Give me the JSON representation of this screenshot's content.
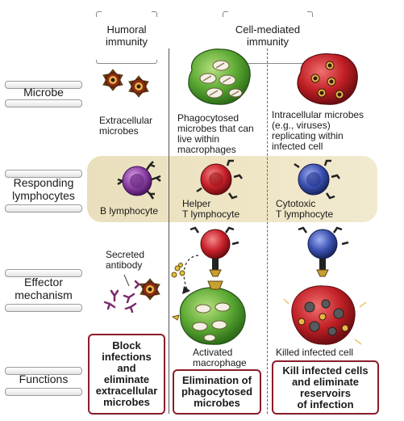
{
  "columns": {
    "humoral": "Humoral\nimmunity",
    "cell_mediated": "Cell-mediated\nimmunity"
  },
  "rows": {
    "microbe": "Microbe",
    "responding": "Responding\nlymphocytes",
    "effector": "Effector\nmechanism",
    "functions": "Functions"
  },
  "cells": {
    "extracellular": "Extracellular\nmicrobes",
    "phagocytosed": "Phagocytosed\nmicrobes that can\nlive within\nmacrophages",
    "intracellular": "Intracellular microbes\n(e.g., viruses)\nreplicating within\ninfected cell",
    "b_lymphocyte": "B lymphocyte",
    "helper": "Helper\nT lymphocyte",
    "cytotoxic": "Cytotoxic\nT lymphocyte",
    "secreted_antibody": "Secreted\nantibody",
    "activated_macrophage": "Activated\nmacrophage",
    "killed_cell": "Killed infected cell"
  },
  "functions": {
    "humoral": "Block\ninfections\nand\neliminate\nextracellular\nmicrobes",
    "phagocytosed": "Elimination of\nphagocytosed\nmicrobes",
    "intracellular": "Kill infected cells\nand eliminate\nreservoirs\nof infection"
  },
  "colors": {
    "function_border": "#8b1c2c",
    "band": "#ece3c2",
    "b_cell": "#8b3fa3",
    "helper_t": "#c8202a",
    "cytotoxic_t": "#3a50b0",
    "macrophage": "#5aa832",
    "infected_cell": "#c01f25"
  }
}
